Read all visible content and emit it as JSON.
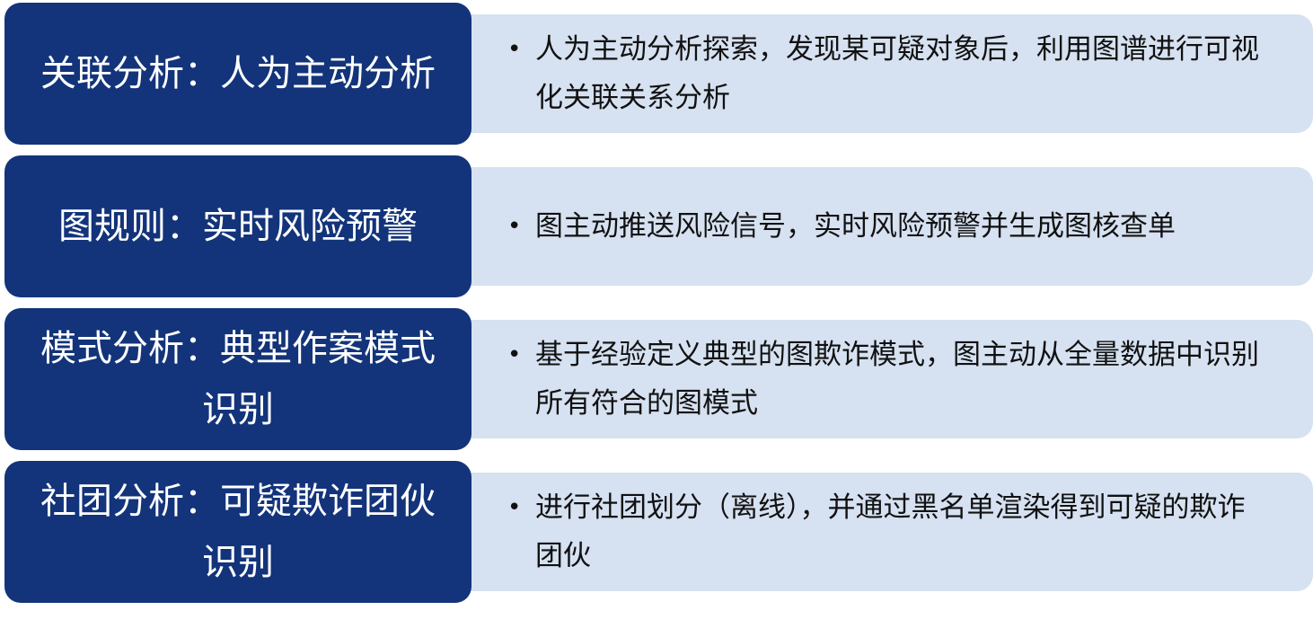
{
  "rows": [
    {
      "title": "关联分析：人为主动分析",
      "bullet": "人为主动分析探索，发现某可疑对象后，利用图谱进行可视化关联关系分析"
    },
    {
      "title": "图规则：实时风险预警",
      "bullet": "图主动推送风险信号，实时风险预警并生成图核查单"
    },
    {
      "title": "模式分析：典型作案模式识别",
      "bullet": "基于经验定义典型的图欺诈模式，图主动从全量数据中识别所有符合的图模式"
    },
    {
      "title": "社团分析：可疑欺诈团伙识别",
      "bullet": "进行社团划分（离线），并通过黑名单渲染得到可疑的欺诈团伙"
    }
  ],
  "colors": {
    "title_box": "#13347a",
    "content_box": "#d6e1f1",
    "title_text": "#ffffff",
    "content_text": "#111111"
  },
  "bullet_symbol": "•"
}
